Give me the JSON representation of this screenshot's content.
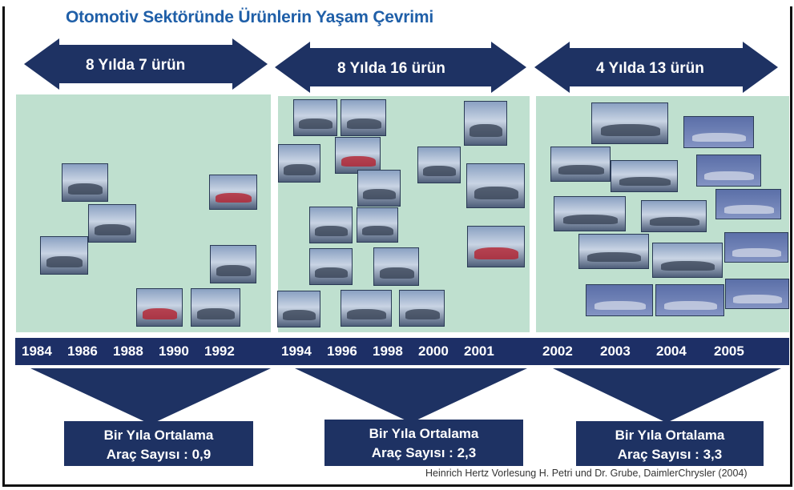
{
  "title": "Otomotiv Sektöründe Ürünlerin  Yaşam Çevrimi",
  "periods": [
    {
      "arrow_label": "8 Yılda 7 ürün",
      "years": [
        "1984",
        "1986",
        "1988",
        "1990",
        "1992"
      ],
      "avg_line1": "Bir Yıla Ortalama",
      "avg_line2": "Araç Sayısı : 0,9"
    },
    {
      "arrow_label": "8 Yılda 16 ürün",
      "years": [
        "1994",
        "1996",
        "1998",
        "2000",
        "2001"
      ],
      "avg_line1": "Bir Yıla Ortalama",
      "avg_line2": "Araç Sayısı : 2,3"
    },
    {
      "arrow_label": "4 Yılda 13 ürün",
      "years": [
        "2002",
        "2003",
        "2004",
        "2005"
      ],
      "avg_line1": "Bir Yıla Ortalama",
      "avg_line2": "Araç Sayısı : 3,3"
    }
  ],
  "source": "Heinrich Hertz Vorlesung H. Petri und Dr. Grube, DaimlerChrysler (2004)",
  "colors": {
    "arrow": "#1e3263",
    "panel": "#bfe0cf",
    "title": "#1f5fa8",
    "timeline": "#1d2f66"
  }
}
